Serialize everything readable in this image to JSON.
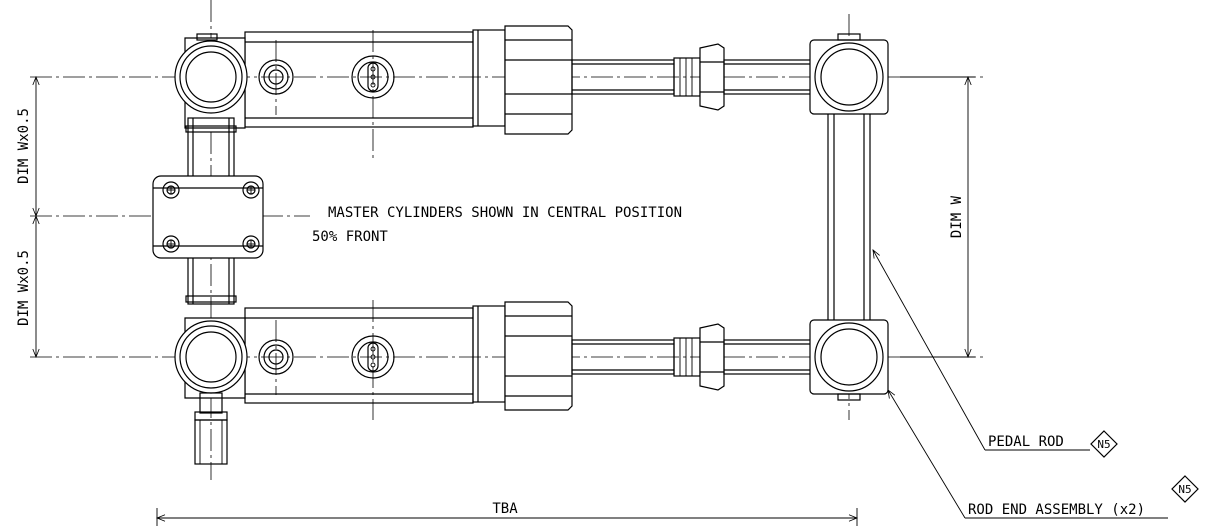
{
  "notes": {
    "line1": "MASTER CYLINDERS SHOWN IN CENTRAL POSITION",
    "line2": "50% FRONT"
  },
  "dimensions": {
    "half_top": "DIM  Wx0.5",
    "half_bottom": "DIM  Wx0.5",
    "full": "DIM  W",
    "overall_width": "TBA"
  },
  "callouts": {
    "pedal_rod": {
      "label": "PEDAL ROD",
      "tag": "N5"
    },
    "rod_end": {
      "label": "ROD END ASSEMBLY (x2)",
      "tag": "N5"
    }
  }
}
